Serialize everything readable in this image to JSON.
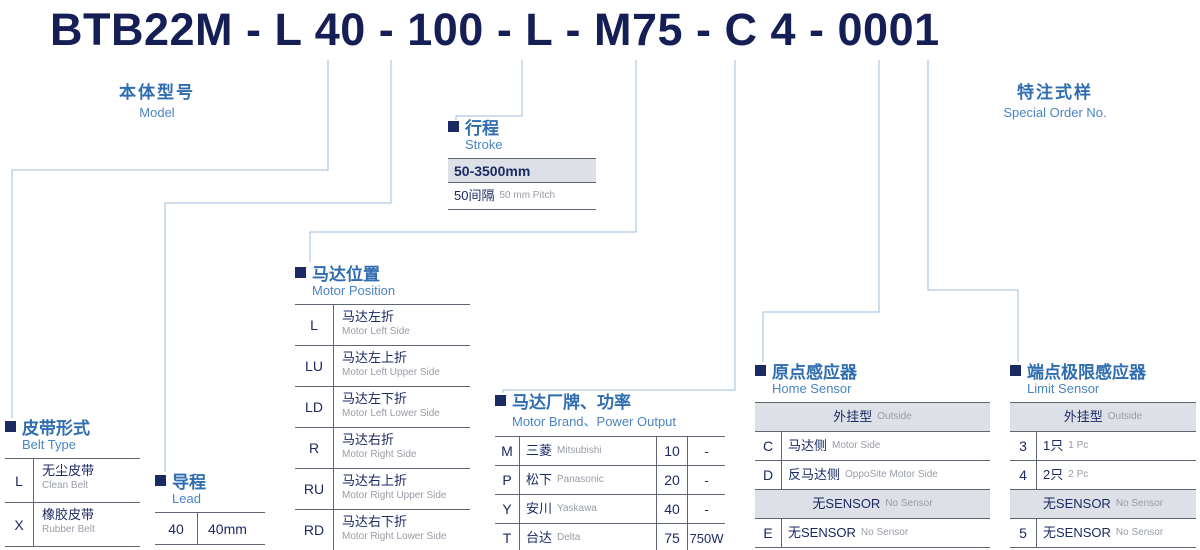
{
  "colors": {
    "navy": "#1b2a63",
    "title_navy": "#161f55",
    "header_blue": "#2f6db0",
    "header_blue_light": "#4a84c2",
    "connector_blue": "#9fbcdc",
    "row_shade": "#dde0e6",
    "gray_text": "#979ca6",
    "table_border": "#5f6573"
  },
  "title": {
    "code": "BTB22M - L 40 - 100 - L - M75 - C 4 - 0001"
  },
  "model": {
    "zh": "本体型号",
    "en": "Model"
  },
  "special_order": {
    "zh": "特注式样",
    "en": "Special Order No."
  },
  "stroke": {
    "zh": "行程",
    "en": "Stroke",
    "range": "50-3500mm",
    "pitch_zh": "50间隔",
    "pitch_en": "50 mm Pitch"
  },
  "motor_position": {
    "zh": "马达位置",
    "en": "Motor Position",
    "rows": [
      {
        "code": "L",
        "zh": "马达左折",
        "en": "Motor Left Side"
      },
      {
        "code": "LU",
        "zh": "马达左上折",
        "en": "Motor Left Upper Side"
      },
      {
        "code": "LD",
        "zh": "马达左下折",
        "en": "Motor Left Lower Side"
      },
      {
        "code": "R",
        "zh": "马达右折",
        "en": "Motor Right Side"
      },
      {
        "code": "RU",
        "zh": "马达右上折",
        "en": "Motor Right Upper Side"
      },
      {
        "code": "RD",
        "zh": "马达右下折",
        "en": "Motor Right Lower Side"
      }
    ]
  },
  "belt_type": {
    "zh": "皮带形式",
    "en": "Belt Type",
    "rows": [
      {
        "code": "L",
        "zh": "无尘皮带",
        "en": "Clean Belt"
      },
      {
        "code": "X",
        "zh": "橡胶皮带",
        "en": "Rubber Belt"
      }
    ]
  },
  "lead": {
    "zh": "导程",
    "en": "Lead",
    "rows": [
      {
        "code": "40",
        "value": "40mm"
      }
    ]
  },
  "motor_brand": {
    "zh": "马达厂牌、功率",
    "en": "Motor Brand、Power Output",
    "rows": [
      {
        "code": "M",
        "zh": "三菱",
        "en": "Mitsubishi",
        "power": "10",
        "watt": "-"
      },
      {
        "code": "P",
        "zh": "松下",
        "en": "Panasonic",
        "power": "20",
        "watt": "-"
      },
      {
        "code": "Y",
        "zh": "安川",
        "en": "Yaskawa",
        "power": "40",
        "watt": "-"
      },
      {
        "code": "T",
        "zh": "台达",
        "en": "Delta",
        "power": "75",
        "watt": "750W"
      }
    ]
  },
  "home_sensor": {
    "zh": "原点感应器",
    "en": "Home Sensor",
    "rows": [
      {
        "kind": "band",
        "zh": "外挂型",
        "en": "Outside"
      },
      {
        "kind": "item",
        "code": "C",
        "zh": "马达侧",
        "en": "Motor Side"
      },
      {
        "kind": "item",
        "code": "D",
        "zh": "反马达侧",
        "en": "OppoSite Motor Side"
      },
      {
        "kind": "band",
        "zh": "无SENSOR",
        "en": "No Sensor"
      },
      {
        "kind": "item",
        "code": "E",
        "zh": "无SENSOR",
        "en": "No Sensor"
      }
    ]
  },
  "limit_sensor": {
    "zh": "端点极限感应器",
    "en": "Limit Sensor",
    "rows": [
      {
        "kind": "band",
        "zh": "外挂型",
        "en": "Outside"
      },
      {
        "kind": "item",
        "code": "3",
        "zh": "1只",
        "en": "1 Pc"
      },
      {
        "kind": "item",
        "code": "4",
        "zh": "2只",
        "en": "2 Pc"
      },
      {
        "kind": "band",
        "zh": "无SENSOR",
        "en": "No Sensor"
      },
      {
        "kind": "item",
        "code": "5",
        "zh": "无SENSOR",
        "en": "No Sensor"
      }
    ]
  }
}
